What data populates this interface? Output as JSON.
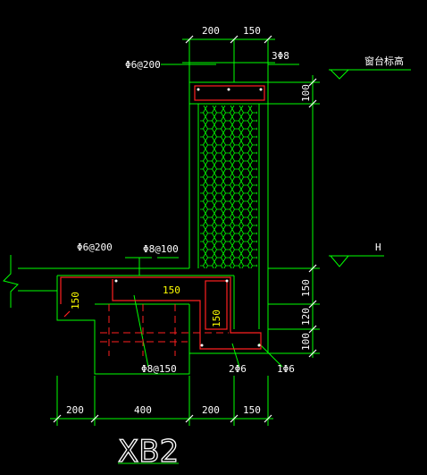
{
  "drawing": {
    "title": "XB2",
    "top_dims": [
      "200",
      "150"
    ],
    "bottom_dims": [
      "200",
      "400",
      "200",
      "150"
    ],
    "right_dims": [
      "100",
      "150",
      "120",
      "100"
    ],
    "labels": {
      "stirrup_top": "Φ6@200",
      "bar_top": "3Φ8",
      "sill_elevation": "窗台标高",
      "level_h": "H",
      "stirrup_left": "Φ6@200",
      "bar_mid": "Φ8@100",
      "slab_thickness": "150",
      "beam_depth": "150",
      "beam_side": "150",
      "bar_bottom": "Φ8@150",
      "bar_2": "2Φ6",
      "bar_1": "1Φ6"
    }
  }
}
